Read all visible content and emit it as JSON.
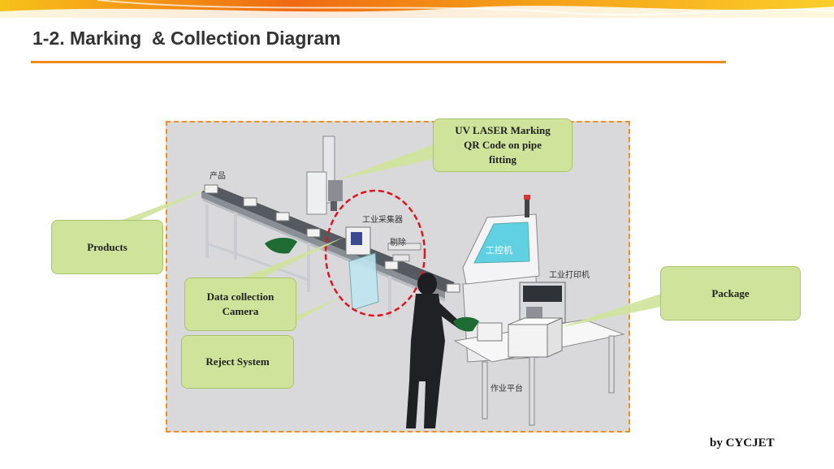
{
  "header": {
    "title": "1-2. Marking  & Collection Diagram"
  },
  "callouts": {
    "uv_laser": "UV LASER Marking\nQR Code on pipe\nfitting",
    "products": "Products",
    "camera": "Data collection\nCamera",
    "reject": "Reject System",
    "package": "Package"
  },
  "machine_labels": {
    "product": "产品",
    "collector": "工业采集器",
    "reject": "剔除",
    "ipc": "工控机",
    "printer": "工业打印机",
    "workbench": "作业平台"
  },
  "footer": {
    "credit": "by CYCJET"
  },
  "colors": {
    "accent": "#f08a1c",
    "callout_fill": "#cfe39a",
    "highlight_ellipse": "#e0141e"
  }
}
